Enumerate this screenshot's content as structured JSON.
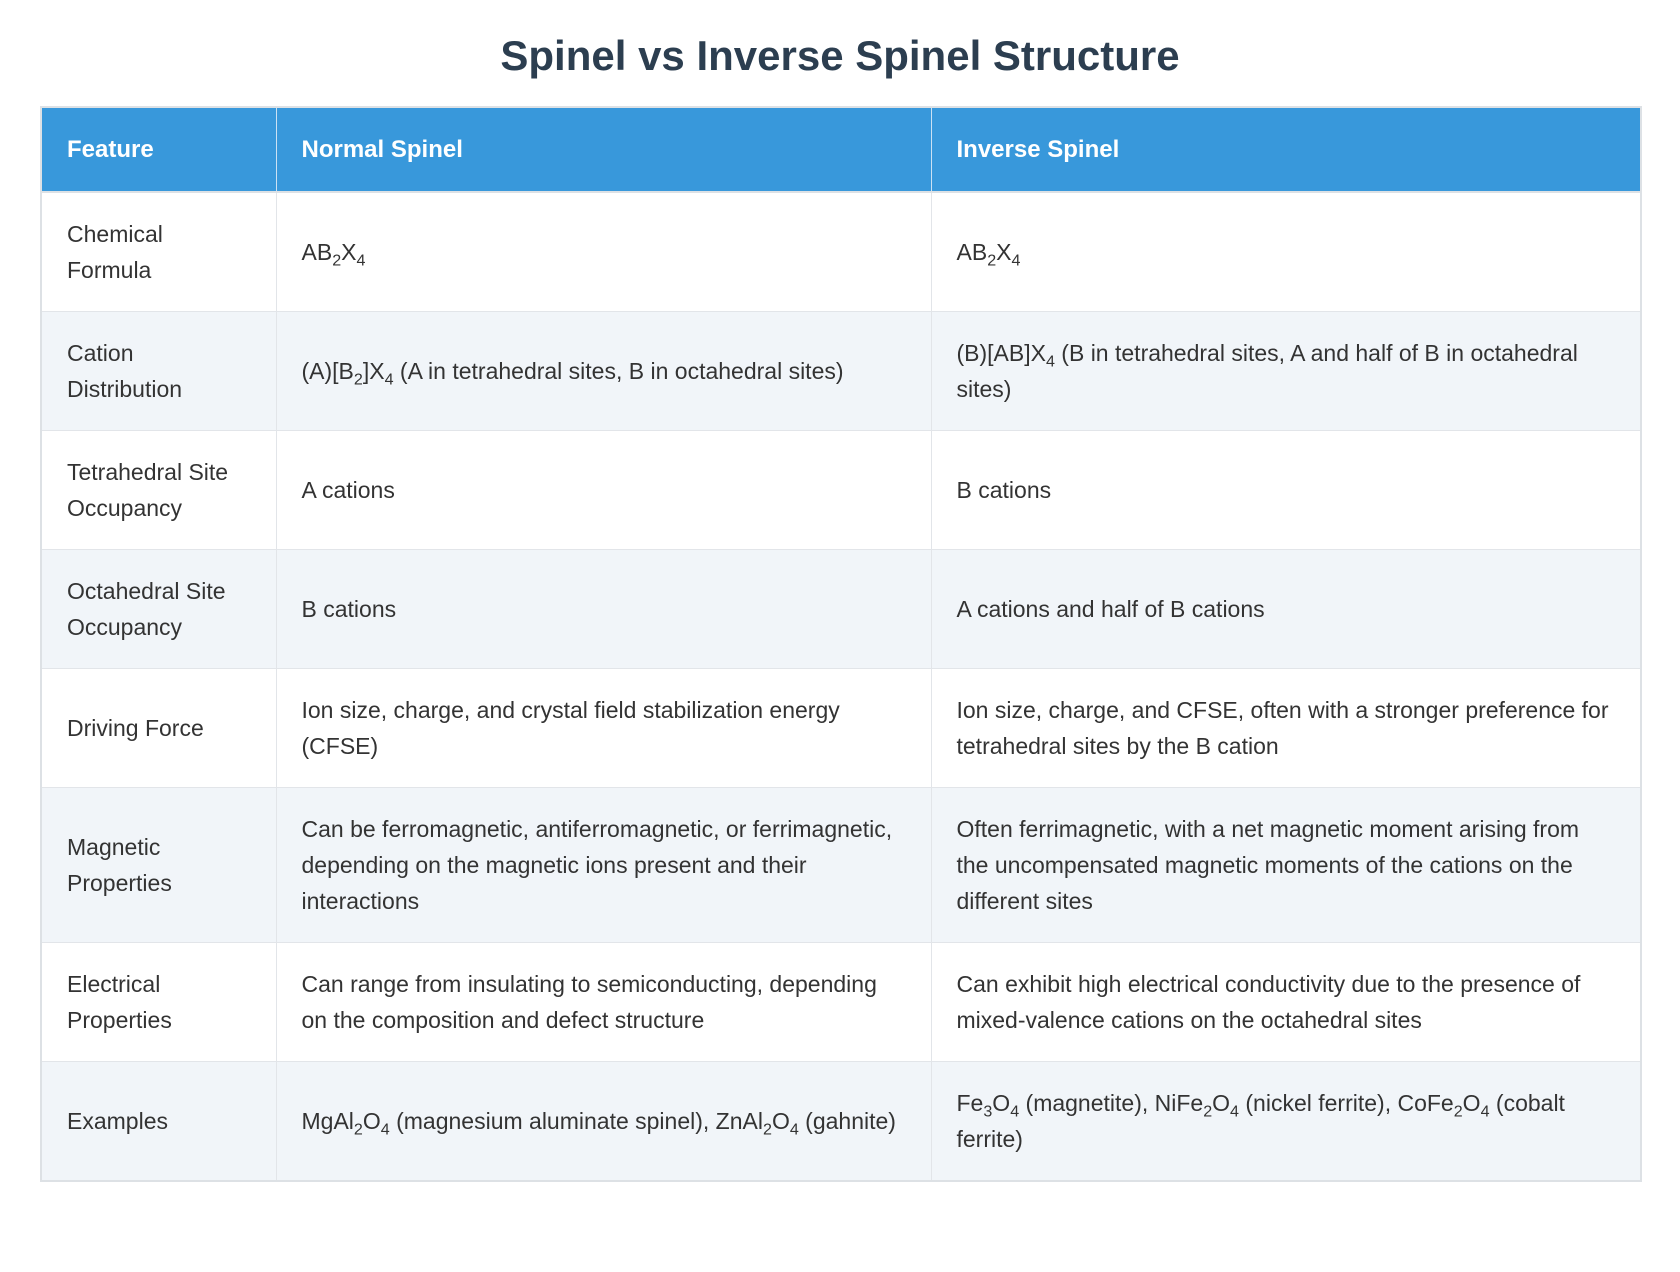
{
  "title": "Spinel vs Inverse Spinel Structure",
  "table": {
    "headers": {
      "feature": "Feature",
      "normal": "Normal Spinel",
      "inverse": "Inverse Spinel"
    },
    "rows": [
      {
        "feature": "Chemical Formula",
        "normal": "AB~2~X~4~",
        "inverse": "AB~2~X~4~"
      },
      {
        "feature": "Cation Distribution",
        "normal": "(A)[B~2~]X~4~ (A in tetrahedral sites, B in octahedral sites)",
        "inverse": "(B)[AB]X~4~ (B in tetrahedral sites, A and half of B in octahedral sites)"
      },
      {
        "feature": "Tetrahedral Site Occupancy",
        "normal": "A cations",
        "inverse": "B cations"
      },
      {
        "feature": "Octahedral Site Occupancy",
        "normal": "B cations",
        "inverse": "A cations and half of B cations"
      },
      {
        "feature": "Driving Force",
        "normal": "Ion size, charge, and crystal field stabilization energy (CFSE)",
        "inverse": "Ion size, charge, and CFSE, often with a stronger preference for tetrahedral sites by the B cation"
      },
      {
        "feature": "Magnetic Properties",
        "normal": "Can be ferromagnetic, antiferromagnetic, or ferrimagnetic, depending on the magnetic ions present and their interactions",
        "inverse": "Often ferrimagnetic, with a net magnetic moment arising from the uncompensated magnetic moments of the cations on the different sites"
      },
      {
        "feature": "Electrical Properties",
        "normal": "Can range from insulating to semiconducting, depending on the composition and defect structure",
        "inverse": "Can exhibit high electrical conductivity due to the presence of mixed-valence cations on the octahedral sites"
      },
      {
        "feature": "Examples",
        "normal": "MgAl~2~O~4~ (magnesium aluminate spinel), ZnAl~2~O~4~ (gahnite)",
        "inverse": "Fe~3~O~4~ (magnetite), NiFe~2~O~4~ (nickel ferrite), CoFe~2~O~4~ (cobalt ferrite)"
      }
    ]
  },
  "colors": {
    "header_background": "#3898db",
    "header_text": "#ffffff",
    "row_alt_background": "#f1f5f9",
    "row_background": "#ffffff",
    "title_text": "#2c3e50",
    "body_text": "#333333",
    "border": "#e2e5e9"
  }
}
